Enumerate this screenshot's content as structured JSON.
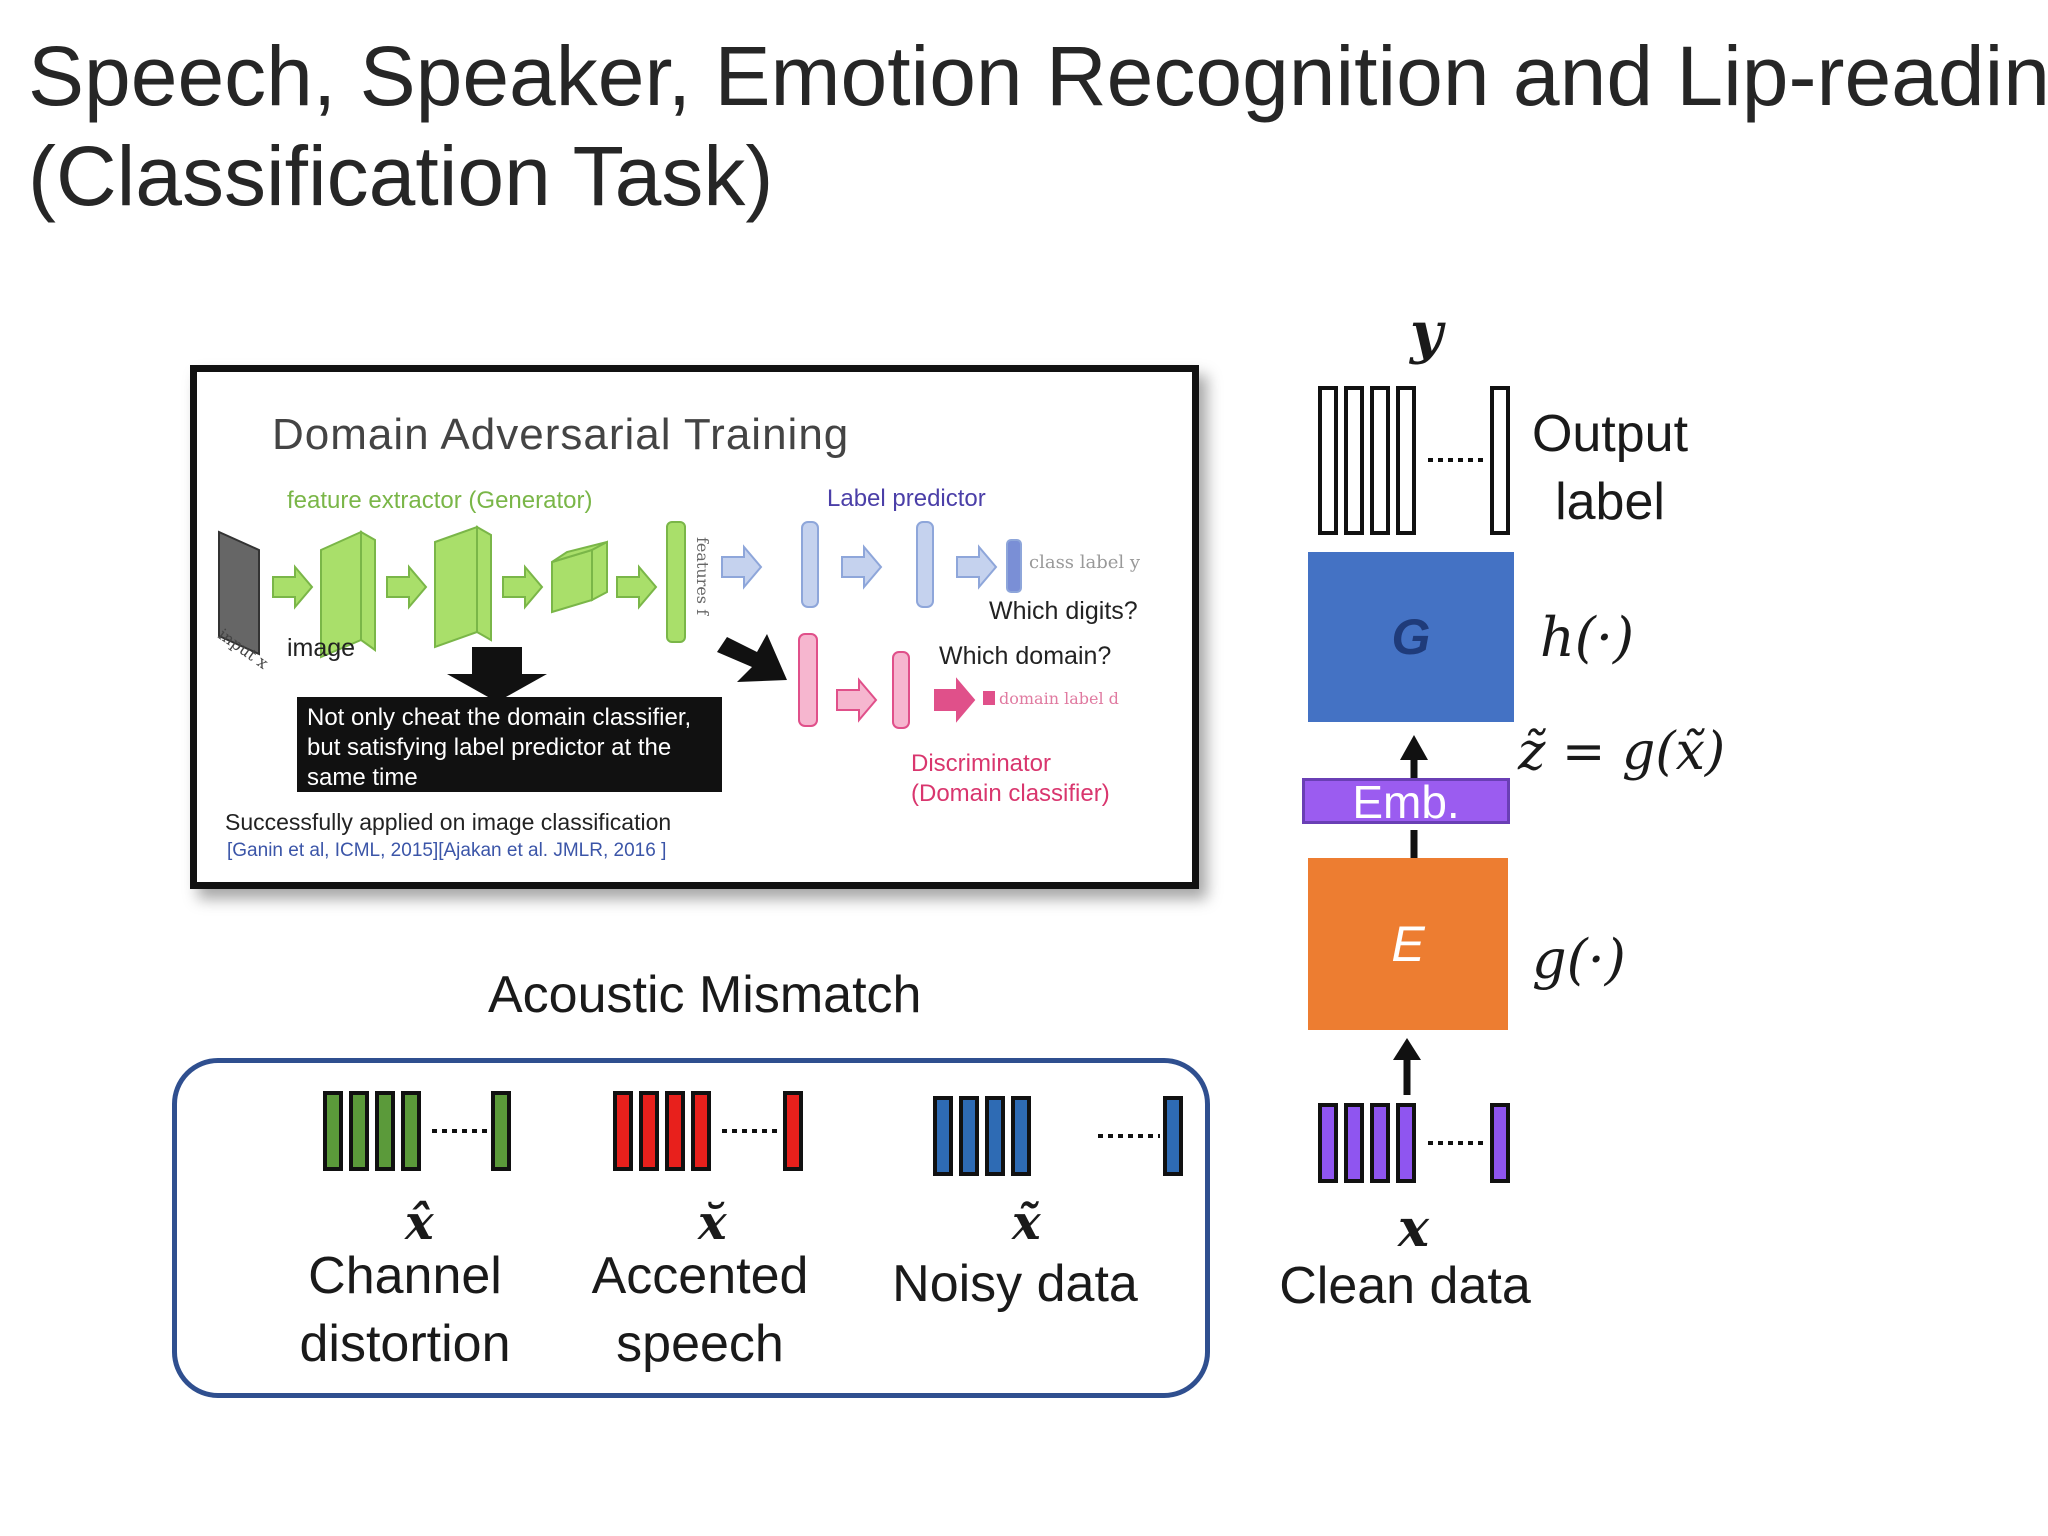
{
  "slide": {
    "title_line1": "Speech, Speaker, Emotion Recognition and Lip-reading",
    "title_line2": "(Classification Task)"
  },
  "inset": {
    "title": "Domain Adversarial Training",
    "feature_extractor": "feature extractor (Generator)",
    "label_predictor": "Label predictor",
    "input_label": "input x",
    "image_label": "image",
    "features_label": "features f",
    "class_label": "class label y",
    "which_digits": "Which digits?",
    "which_domain": "Which domain?",
    "domain_label": "domain label d",
    "callout": "Not only cheat the domain classifier, but satisfying label predictor at the same time",
    "discriminator_line1": "Discriminator",
    "discriminator_line2": "(Domain classifier)",
    "success": "Successfully applied on image classification",
    "citation": "[Ganin et al, ICML, 2015][Ajakan et al. JMLR, 2016 ]"
  },
  "mismatch": {
    "title": "Acoustic Mismatch",
    "items": [
      {
        "symbol": "x̂",
        "label_line1": "Channel",
        "label_line2": "distortion",
        "color": "#5b9a3a"
      },
      {
        "symbol": "x̆",
        "label_line1": "Accented",
        "label_line2": "speech",
        "color": "#e8201c"
      },
      {
        "symbol": "x̃",
        "label_line1": "Noisy data",
        "label_line2": "",
        "color": "#2e6bb4"
      }
    ]
  },
  "model": {
    "output_symbol": "y",
    "output_label_line1": "Output",
    "output_label_line2": "label",
    "g_block": "G",
    "h_func": "h(·)",
    "z_equation": "z̃ = g(x̃)",
    "emb_block": "Emb.",
    "e_block": "E",
    "g_func": "g(·)",
    "input_symbol": "x",
    "input_label": "Clean data",
    "colors": {
      "G": "#4472c4",
      "E": "#ed7d31",
      "Emb": "#9b5cf0",
      "input_bars": "#8f55f0"
    }
  }
}
